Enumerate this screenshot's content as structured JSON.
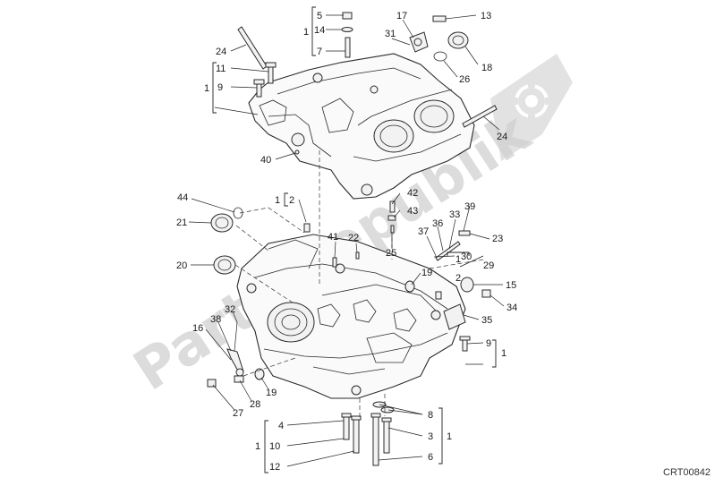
{
  "watermark": {
    "text": "Parts Republik",
    "color": "#d0d0d0",
    "icon": "gear-flag-icon"
  },
  "drawing_code": "CRT00842",
  "callouts": [
    "5",
    "14",
    "7",
    "1",
    "17",
    "13",
    "31",
    "18",
    "26",
    "24",
    "11",
    "9",
    "1",
    "24",
    "40",
    "44",
    "21",
    "1",
    "2",
    "42",
    "43",
    "41",
    "22",
    "25",
    "39",
    "33",
    "36",
    "37",
    "23",
    "30",
    "29",
    "20",
    "1",
    "2",
    "19",
    "15",
    "34",
    "35",
    "32",
    "38",
    "16",
    "9",
    "1",
    "19",
    "28",
    "27",
    "4",
    "1",
    "10",
    "12",
    "8",
    "3",
    "1",
    "6"
  ]
}
